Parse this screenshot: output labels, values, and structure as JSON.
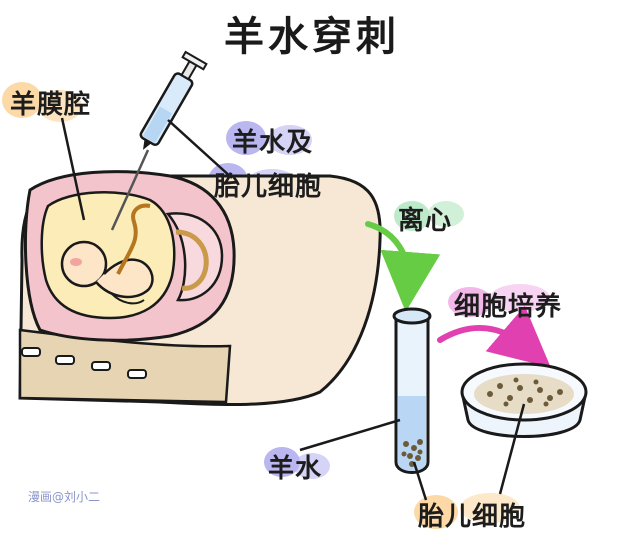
{
  "title": "羊水穿刺",
  "labels": {
    "amniotic_cavity": "羊膜腔",
    "fluid_and_cells_line1": "羊水及",
    "fluid_and_cells_line2": "胎儿细胞",
    "centrifuge": "离心",
    "cell_culture": "细胞培养",
    "amniotic_fluid": "羊水",
    "fetal_cells": "胎儿细胞"
  },
  "credit": "漫画@刘小二",
  "colors": {
    "highlight_orange": "#fcd9a6",
    "highlight_purple": "#b9b6f0",
    "highlight_green": "#bdeac8",
    "highlight_pink": "#f2b8e8",
    "green_arrow": "#66cc44",
    "pink_arrow": "#e040b0",
    "uterus_pink": "#f4c4cc",
    "skin_beige": "#f6e8d4",
    "tube_blue": "#cfe3f7"
  }
}
